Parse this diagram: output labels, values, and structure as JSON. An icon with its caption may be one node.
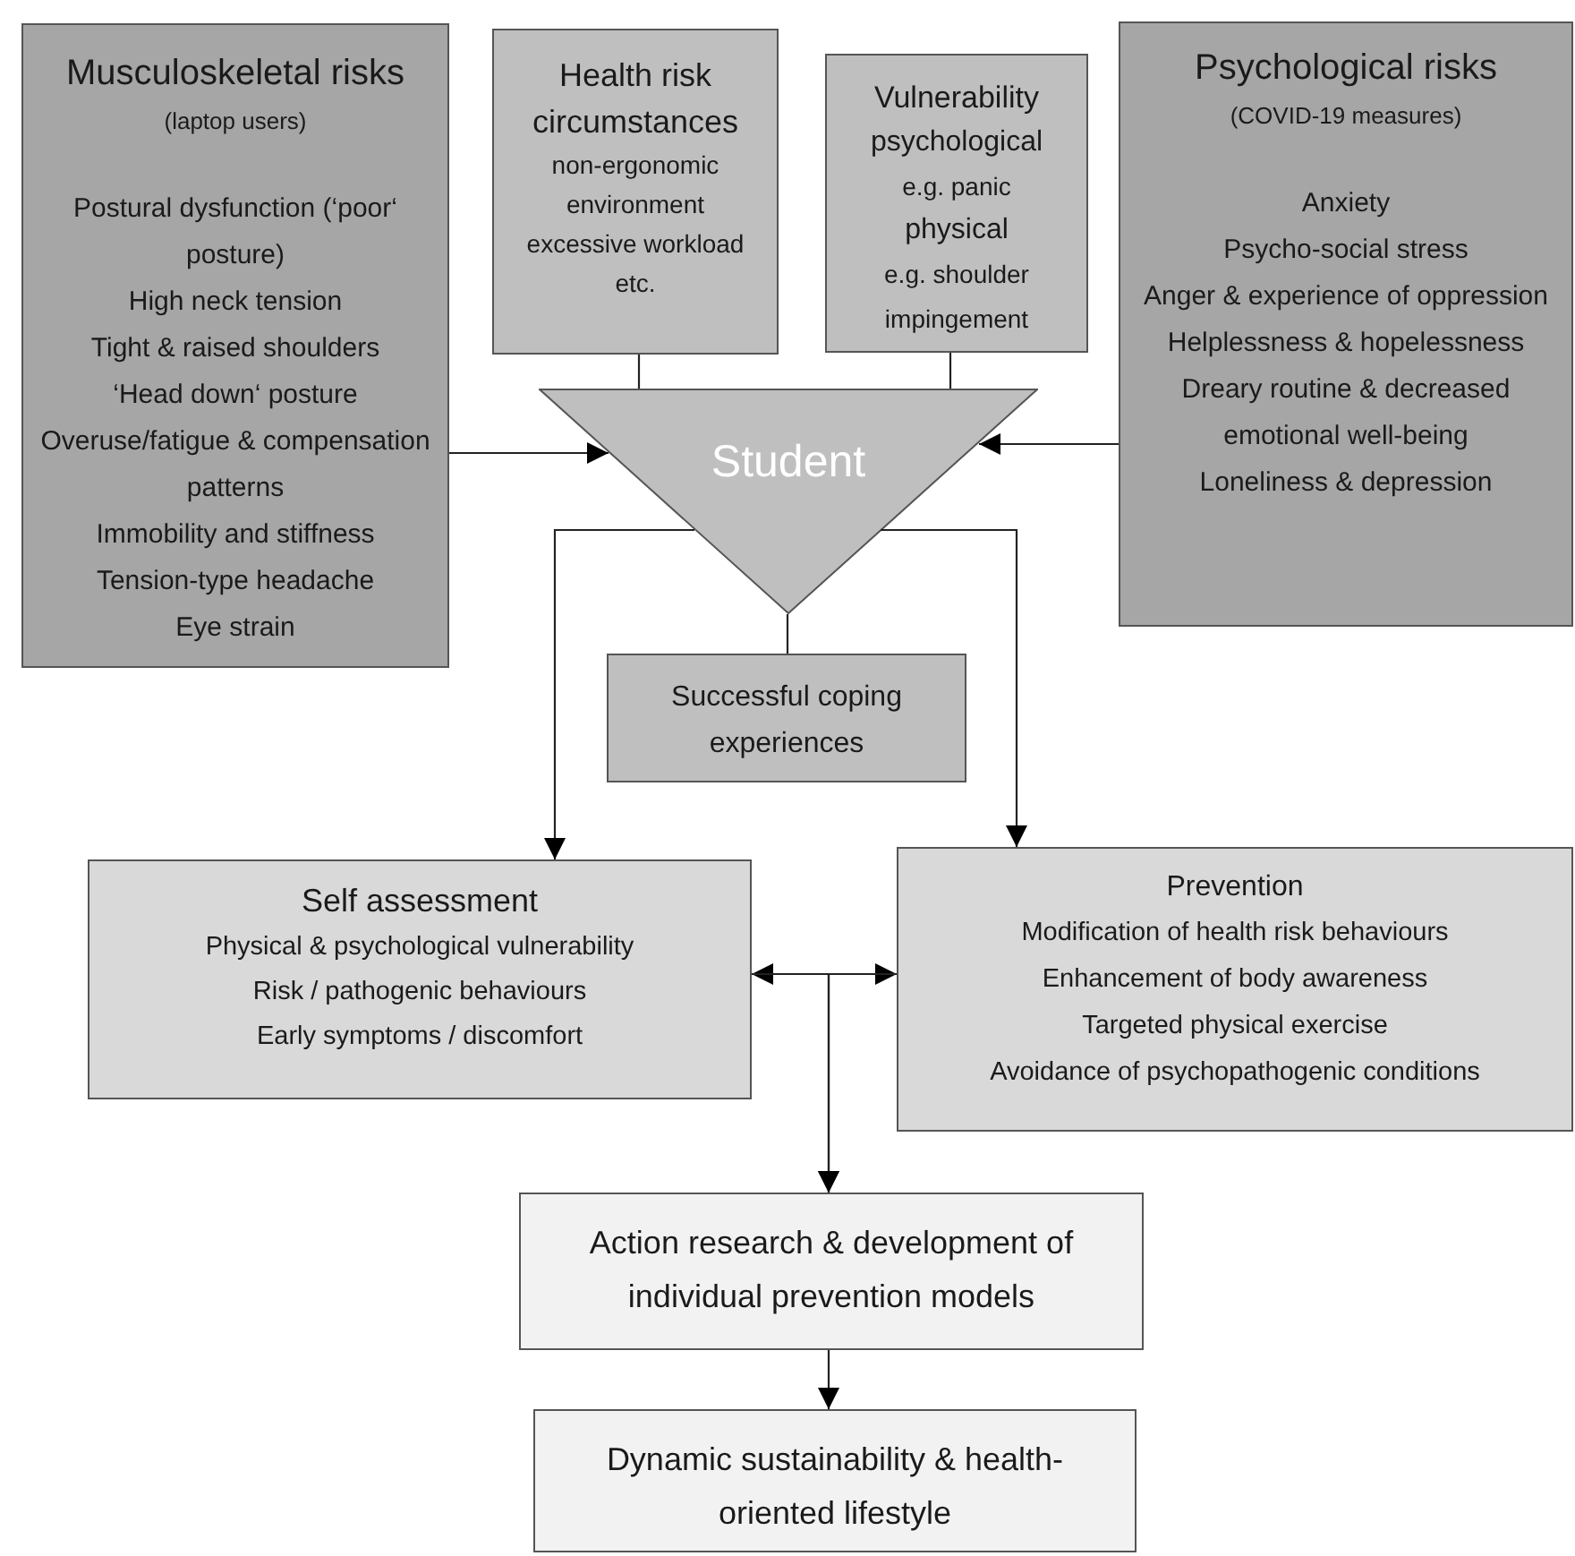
{
  "diagram": {
    "nodes": [
      {
        "text": [
          "Musculoskeletal risks",
          "(laptop users)",
          "Postural dysfunction (‘poor‘ posture)",
          "High neck tension",
          "Tight & raised shoulders",
          "‘Head down‘ posture",
          "Overuse/fatigue & compensation patterns",
          "Immobility and stiffness",
          "Tension-type headache",
          "Eye strain"
        ]
      },
      {
        "text": [
          "Health risk circumstances",
          "non-ergonomic environment",
          "excessive workload",
          "etc."
        ]
      },
      {
        "text": [
          "Vulnerability",
          "psychological",
          "e.g. panic",
          "physical",
          "e.g. shoulder impingement"
        ]
      },
      {
        "text": [
          "Psychological risks",
          "(COVID-19 measures)",
          "Anxiety",
          "Psycho-social stress",
          "Anger & experience of oppression",
          "Helplessness & hopelessness",
          "Dreary routine & decreased emotional well-being",
          "Loneliness & depression"
        ]
      },
      {
        "text": [
          "Student"
        ]
      },
      {
        "text": [
          "Successful coping experiences"
        ]
      },
      {
        "text": [
          "Self assessment",
          "Physical & psychological vulnerability",
          "Risk / pathogenic behaviours",
          "Early symptoms / discomfort"
        ]
      },
      {
        "text": [
          "Prevention",
          "Modification of health risk behaviours",
          "Enhancement of body awareness",
          "Targeted physical exercise",
          "Avoidance of psychopathogenic conditions"
        ]
      },
      {
        "text": [
          "Action research & development of individual prevention models"
        ]
      },
      {
        "text": [
          "Dynamic sustainability & health-oriented lifestyle"
        ]
      }
    ],
    "edges": [
      {
        "from": 1,
        "to": 4,
        "arrow": "none"
      },
      {
        "from": 2,
        "to": 4,
        "arrow": "none"
      },
      {
        "from": 0,
        "to": 4,
        "arrow": "to"
      },
      {
        "from": 3,
        "to": 4,
        "arrow": "to"
      },
      {
        "from": 4,
        "to": 5,
        "arrow": "none"
      },
      {
        "from": 4,
        "to": 6,
        "arrow": "to"
      },
      {
        "from": 4,
        "to": 7,
        "arrow": "to"
      },
      {
        "from": 6,
        "to": 7,
        "arrow": "both"
      },
      {
        "from": 6,
        "to": 8,
        "arrow": "to"
      },
      {
        "from": 7,
        "to": 8,
        "arrow": "to"
      },
      {
        "from": 8,
        "to": 9,
        "arrow": "to"
      }
    ]
  }
}
